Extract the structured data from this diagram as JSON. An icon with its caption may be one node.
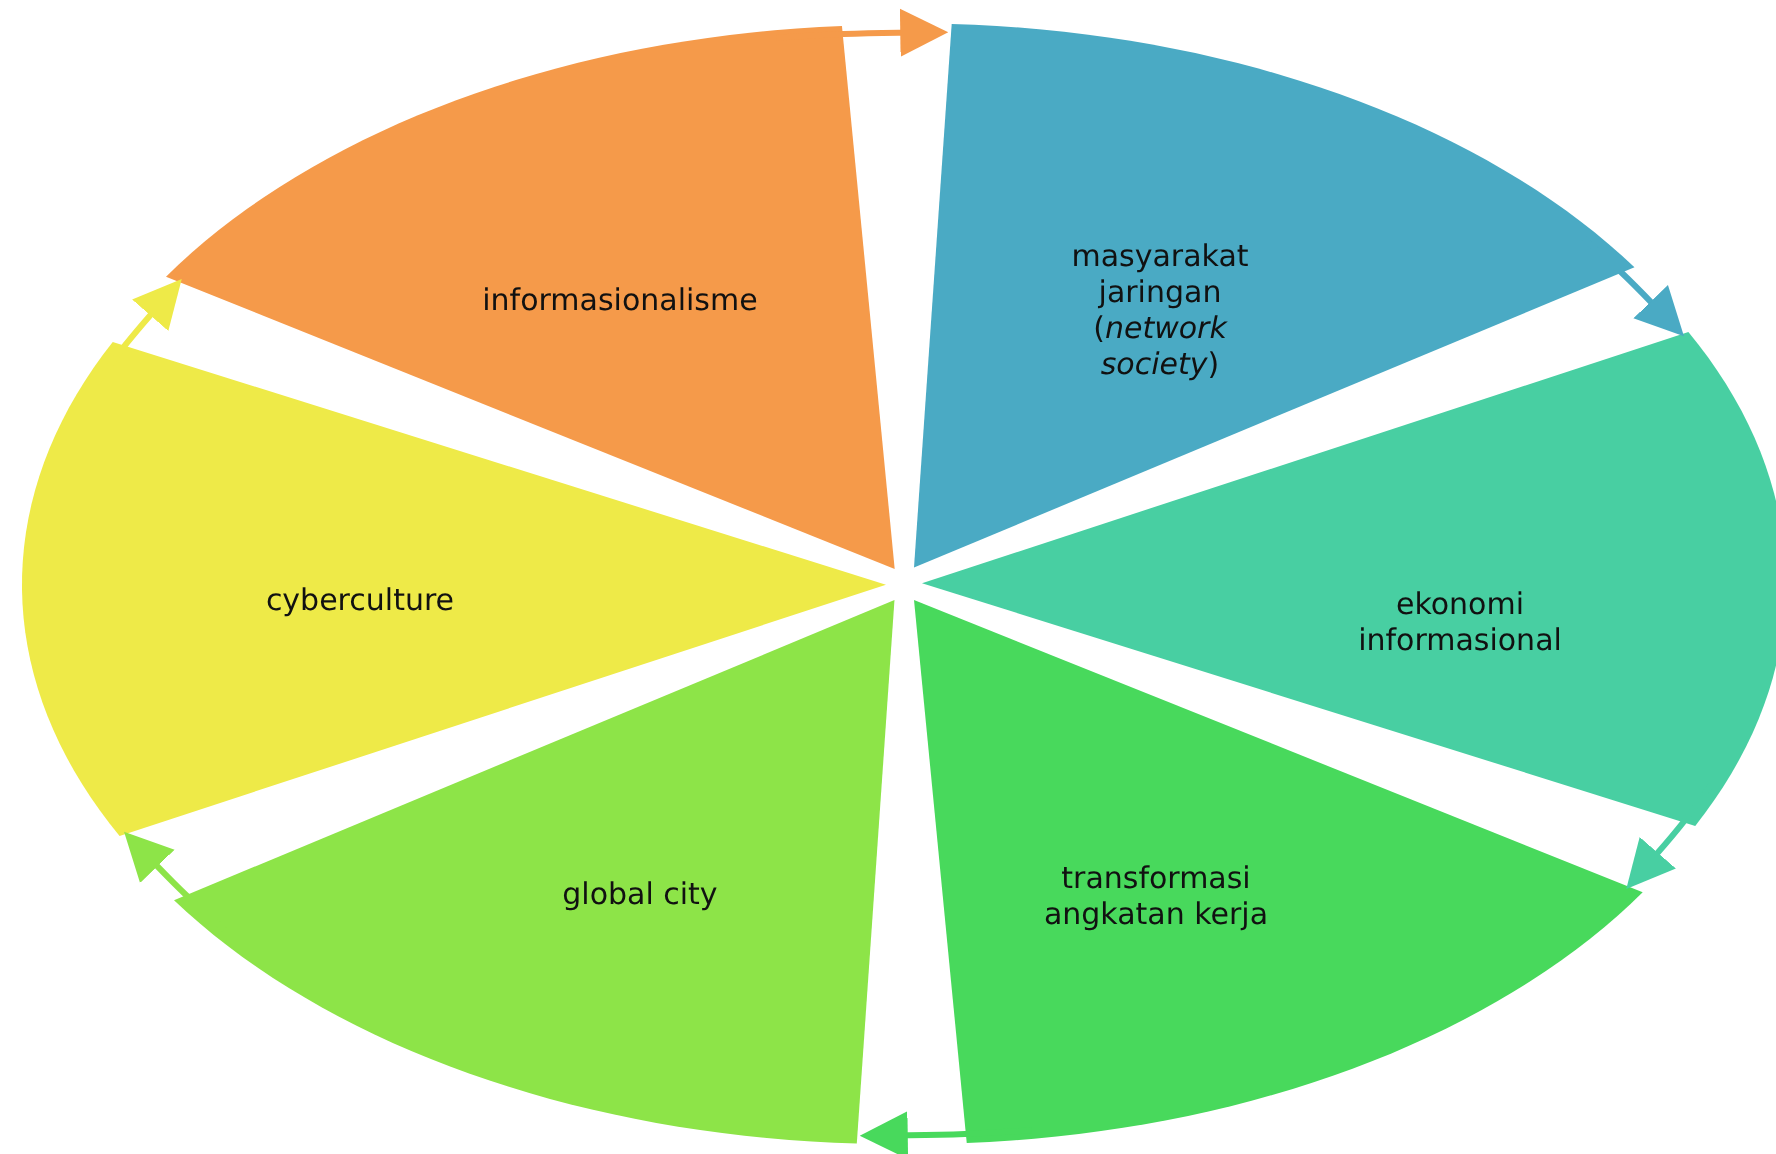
{
  "diagram": {
    "nodes": [
      {
        "text": [
          "masyarakat jaringan (*network society*)"
        ]
      },
      {
        "text": [
          "ekonomi informasional"
        ]
      },
      {
        "text": [
          "transformasi angkatan kerja"
        ]
      },
      {
        "text": [
          "global city"
        ]
      },
      {
        "text": [
          "cyberculture"
        ]
      },
      {
        "text": [
          "informasionalisme"
        ]
      }
    ],
    "edges": [
      {
        "from": 0,
        "to": 1,
        "arrow": "to",
        "color": "#4aaac4"
      },
      {
        "from": 1,
        "to": 2,
        "arrow": "to",
        "color": "#48cfa2"
      },
      {
        "from": 2,
        "to": 3,
        "arrow": "to",
        "color": "#48d95c"
      },
      {
        "from": 3,
        "to": 4,
        "arrow": "to",
        "color": "#8de448"
      },
      {
        "from": 4,
        "to": 5,
        "arrow": "to",
        "color": "#eeea48"
      },
      {
        "from": 5,
        "to": 0,
        "arrow": "to",
        "color": "#f59a4a"
      }
    ]
  }
}
